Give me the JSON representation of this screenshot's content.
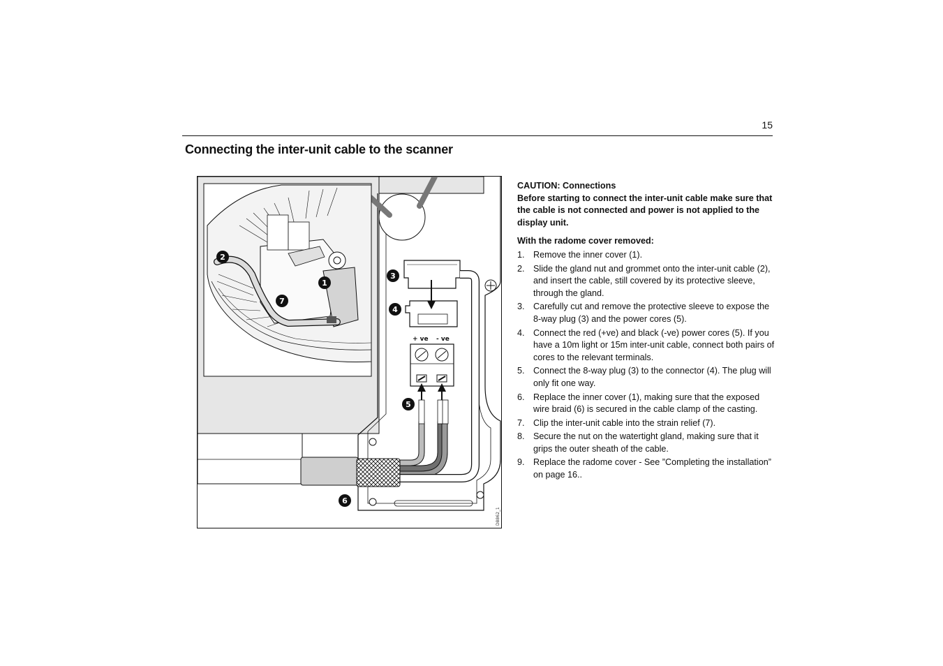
{
  "page": {
    "number": "15",
    "title": "Connecting the inter-unit cable to the scanner"
  },
  "figure": {
    "callouts": [
      "1",
      "2",
      "3",
      "4",
      "5",
      "6",
      "7"
    ],
    "terminal_positive": "+ ve",
    "terminal_negative": "- ve",
    "figure_id": "D8862_1",
    "colors": {
      "panel_grey": "#e6e6e6",
      "cable_dark": "#6f6f6f",
      "cable_light": "#bdbdbd",
      "sleeve": "#cfcfcf"
    }
  },
  "caution": {
    "title": "CAUTION: Connections",
    "body": "Before starting to connect the inter-unit cable make sure that the cable is not connected and power is not applied to the display unit."
  },
  "instructions": {
    "heading": "With the radome cover removed:",
    "steps": [
      {
        "num": "1.",
        "text": "Remove the inner cover (1)."
      },
      {
        "num": "2.",
        "text": "Slide the gland nut and grommet onto the inter-unit cable (2), and insert the cable, still covered by its protective sleeve, through the gland."
      },
      {
        "num": "3.",
        "text": "Carefully cut and remove the protective sleeve to expose the 8-way plug (3) and the power cores (5)."
      },
      {
        "num": "4.",
        "text": "Connect the red (+ve) and black (-ve) power cores (5). If you have a 10m light or 15m inter-unit cable, connect both pairs of cores to the relevant terminals."
      },
      {
        "num": "5.",
        "text": "Connect the 8-way plug (3) to the connector (4). The plug will only fit one way."
      },
      {
        "num": "6.",
        "text": "Replace the inner cover (1), making sure that the exposed wire braid (6) is secured in the cable clamp of the casting."
      },
      {
        "num": "7.",
        "text": "Clip the inter-unit cable into the strain relief (7)."
      },
      {
        "num": "8.",
        "text": "Secure the nut on the watertight gland, making sure that it grips the outer sheath of the cable."
      },
      {
        "num": "9.",
        "text": "Replace the radome cover - See ”Completing the installation” on page 16.."
      }
    ]
  }
}
